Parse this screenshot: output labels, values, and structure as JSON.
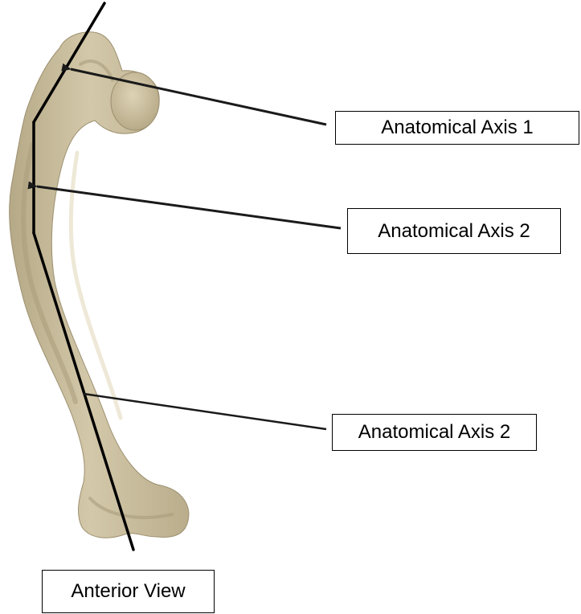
{
  "labels": {
    "axis_1": "Anatomical Axis 1",
    "axis_2_upper": "Anatomical Axis 2",
    "axis_2_lower": "Anatomical Axis 2",
    "view": "Anterior View"
  },
  "colors": {
    "bone_fill": "#cbbf9f",
    "bone_shadow": "#a99c7b",
    "bone_highlight": "#ddd3b6",
    "axis_line": "#000000",
    "pointer": "#1a1a1a"
  }
}
